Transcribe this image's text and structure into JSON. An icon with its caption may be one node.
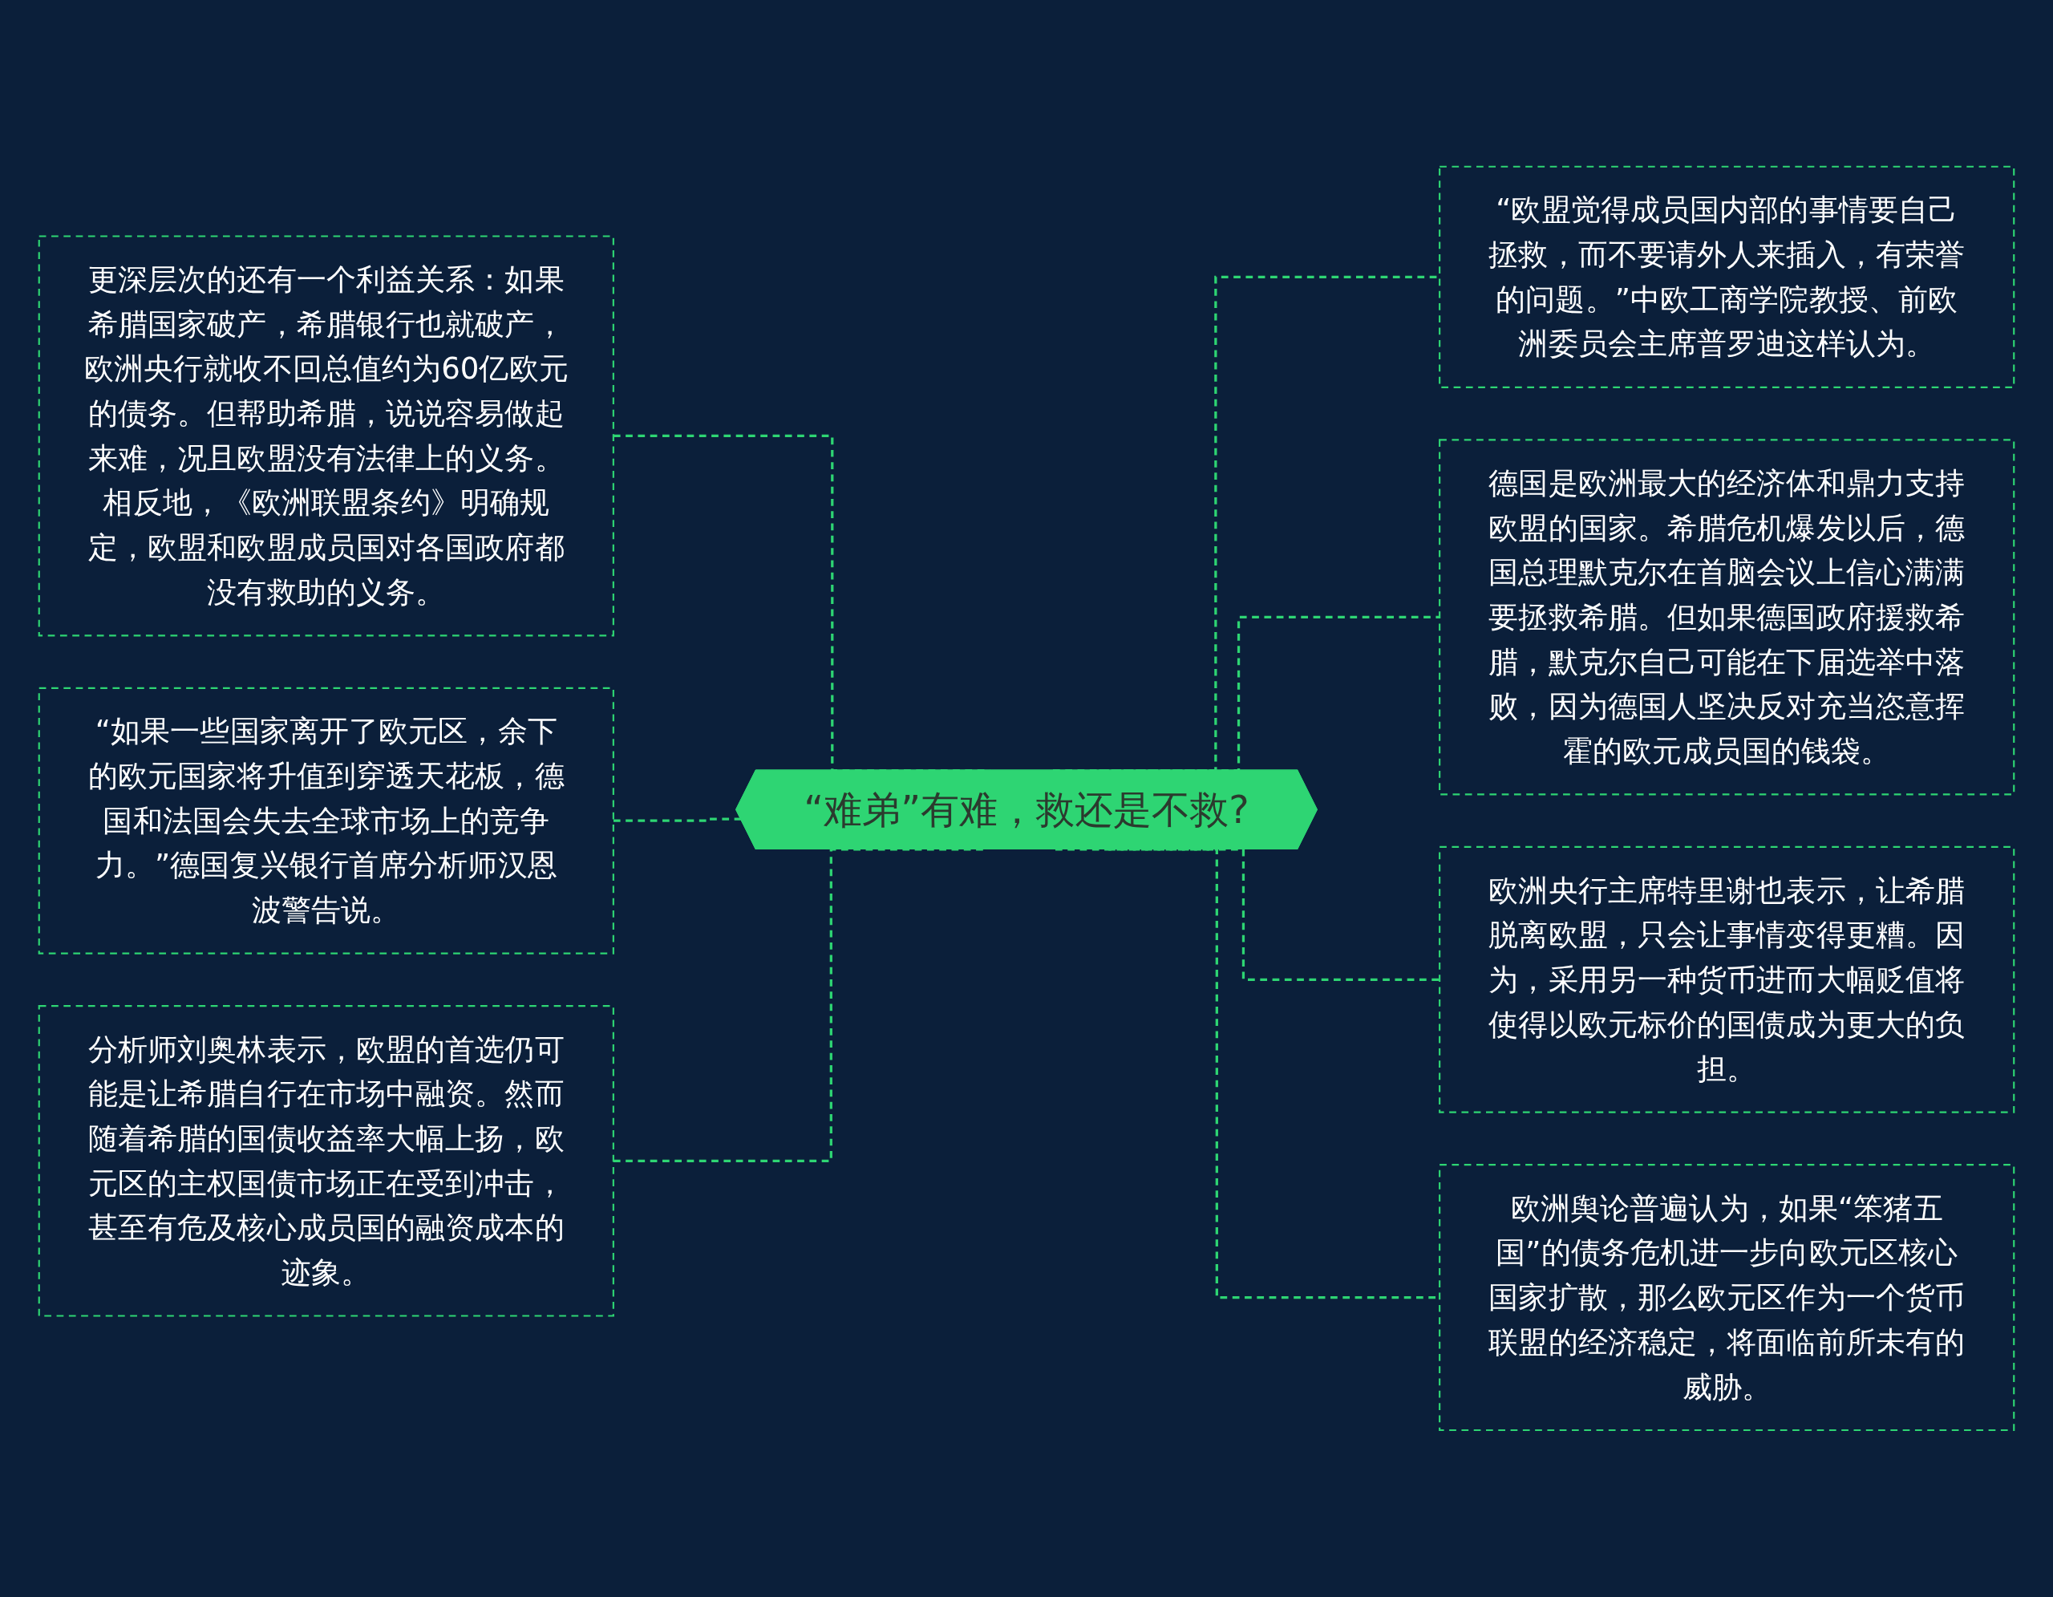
{
  "diagram": {
    "nodes": [
      {
        "text": [
          "“难弟”有难，救还是不救?"
        ]
      },
      {
        "text": [
          "更深层次的还有一个利益关系：如果希腊国家破产，希腊银行也就破产，欧洲央行就收不回总值约为60亿欧元的债务。但帮助希腊，说说容易做起来难，况且欧盟没有法律上的义务。相反地，《欧洲联盟条约》明确规定，欧盟和欧盟成员国对各国政府都没有救助的义务。"
        ]
      },
      {
        "text": [
          "“如果一些国家离开了欧元区，余下的欧元国家将升值到穿透天花板，德国和法国会失去全球市场上的竞争力。”德国复兴银行首席分析师汉恩波警告说。"
        ]
      },
      {
        "text": [
          "分析师刘奥林表示，欧盟的首选仍可能是让希腊自行在市场中融资。然而随着希腊的国债收益率大幅上扬，欧元区的主权国债市场正在受到冲击，甚至有危及核心成员国的融资成本的迹象。"
        ]
      },
      {
        "text": [
          "“欧盟觉得成员国内部的事情要自己拯救，而不要请外人来插入，有荣誉的问题。”中欧工商学院教授、前欧洲委员会主席普罗迪这样认为。"
        ]
      },
      {
        "text": [
          "德国是欧洲最大的经济体和鼎力支持欧盟的国家。希腊危机爆发以后，德国总理默克尔在首脑会议上信心满满要拯救希腊。但如果德国政府援救希腊，默克尔自己可能在下届选举中落败，因为德国人坚决反对充当恣意挥霍的欧元成员国的钱袋。"
        ]
      },
      {
        "text": [
          "欧洲央行主席特里谢也表示，让希腊脱离欧盟，只会让事情变得更糟。因为，采用另一种货币进而大幅贬值将使得以欧元标价的国债成为更大的负担。"
        ]
      },
      {
        "text": [
          "欧洲舆论普遍认为，如果“笨猪五国”的债务危机进一步向欧元区核心国家扩散，那么欧元区作为一个货币联盟的经济稳定，将面临前所未有的威胁。"
        ]
      }
    ],
    "edges": [
      {
        "from": 0,
        "to": 1,
        "arrow": "none",
        "style": "dashed"
      },
      {
        "from": 0,
        "to": 2,
        "arrow": "none",
        "style": "dashed"
      },
      {
        "from": 0,
        "to": 3,
        "arrow": "none",
        "style": "dashed"
      },
      {
        "from": 0,
        "to": 4,
        "arrow": "none",
        "style": "dashed"
      },
      {
        "from": 0,
        "to": 5,
        "arrow": "none",
        "style": "dashed"
      },
      {
        "from": 0,
        "to": 6,
        "arrow": "none",
        "style": "dashed"
      },
      {
        "from": 0,
        "to": 7,
        "arrow": "none",
        "style": "dashed"
      }
    ]
  }
}
